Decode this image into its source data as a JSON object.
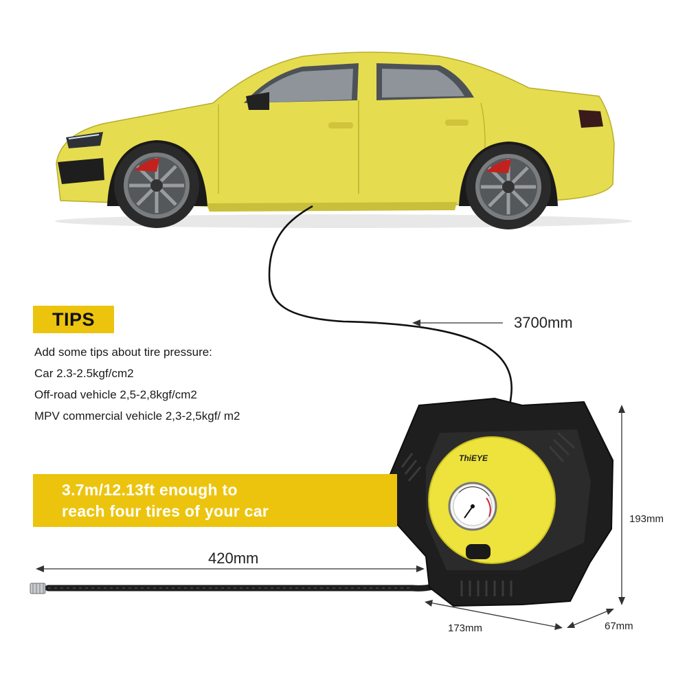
{
  "tips": {
    "badge": "TIPS",
    "lines": [
      "Add some tips about tire pressure:",
      "Car 2.3-2.5kgf/cm2",
      "Off-road vehicle 2,5-2,8kgf/cm2",
      "MPV commercial vehicle 2,3-2,5kgf/ m2"
    ]
  },
  "banner": {
    "line1": "3.7m/12.13ft enough to",
    "line2": "reach four tires of your car"
  },
  "dimensions": {
    "cable_length": "3700mm",
    "hose_length": "420mm",
    "height": "193mm",
    "width": "173mm",
    "depth": "67mm"
  },
  "product": {
    "brand": "ThiEYE"
  },
  "colors": {
    "accent_yellow": "#ecc40e",
    "car_yellow": "#e4da4c",
    "device_black": "#1c1c1c"
  }
}
